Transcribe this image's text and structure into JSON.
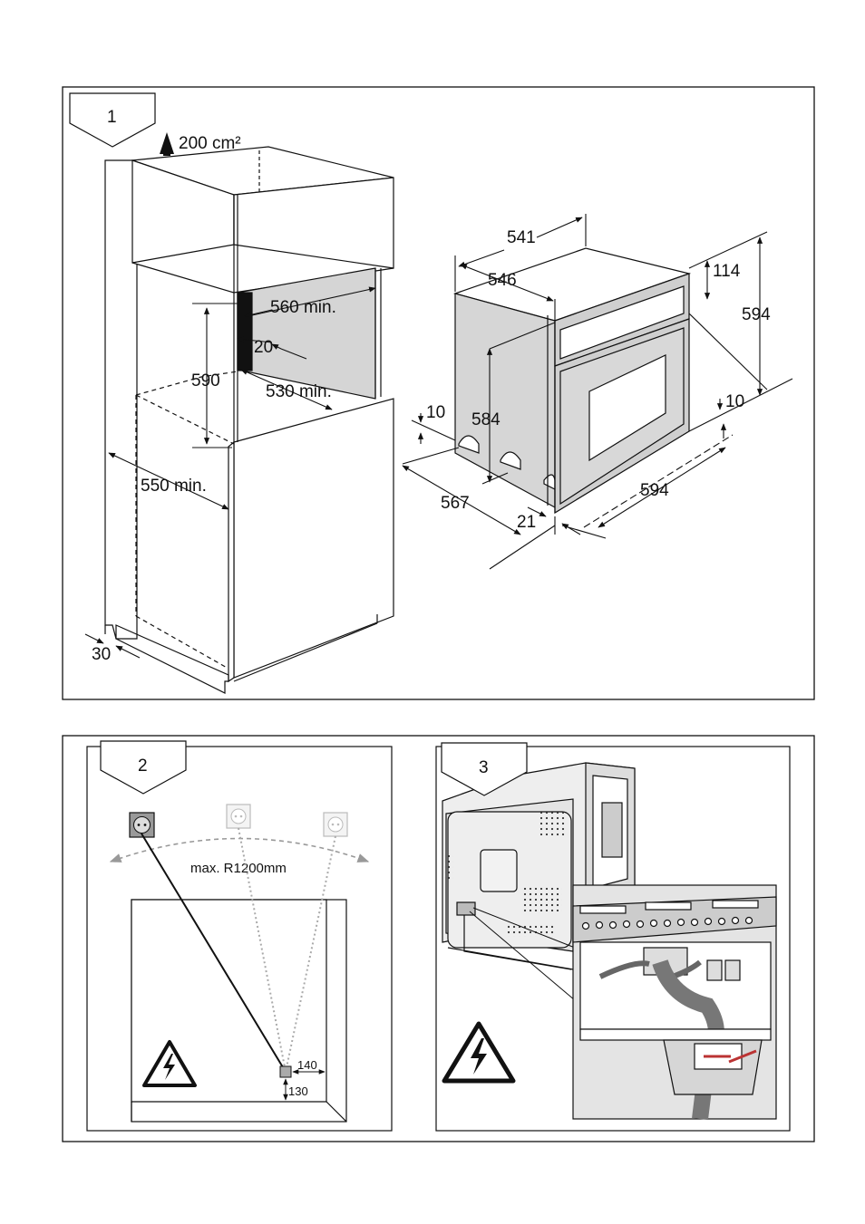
{
  "panel1": {
    "step": "1",
    "vent": "200 cm²",
    "dims": {
      "d560": "560 min.",
      "d20": "20",
      "d590": "590",
      "d530": "530 min.",
      "d550": "550 min.",
      "d30": "30",
      "d541": "541",
      "d546": "546",
      "d114": "114",
      "d594h": "594",
      "d10l": "10",
      "d584": "584",
      "d10r": "10",
      "d567": "567",
      "d21": "21",
      "d594w": "594"
    }
  },
  "panel2": {
    "step": "2",
    "radius": "max. R1200mm",
    "d140": "140",
    "d130": "130"
  },
  "panel3": {
    "step": "3"
  }
}
